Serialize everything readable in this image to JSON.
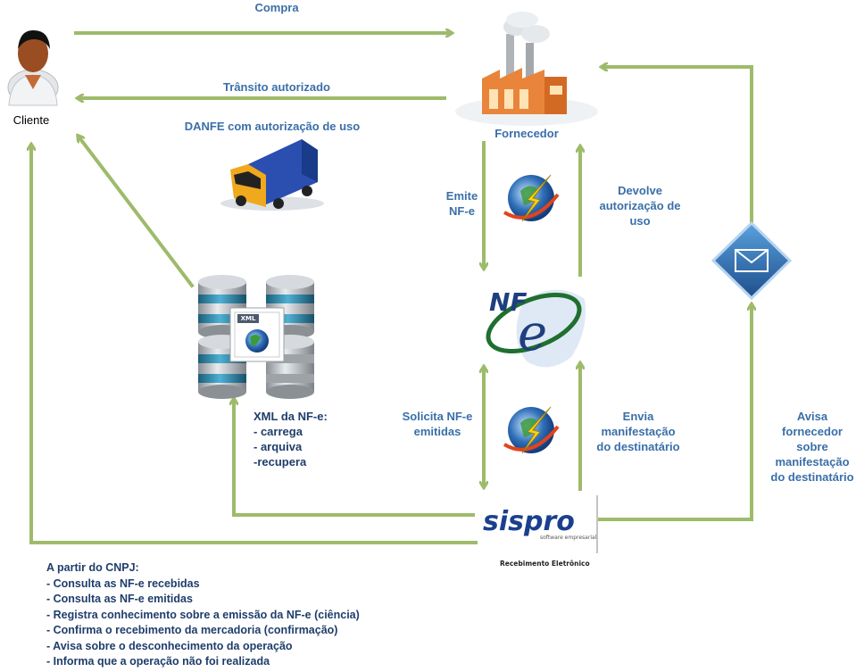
{
  "labels": {
    "compra": "Compra",
    "transito": "Trânsito autorizado",
    "danfe": "DANFE com autorização de uso",
    "cliente": "Cliente",
    "fornecedor": "Fornecedor",
    "emite": [
      "Emite",
      "NF-e"
    ],
    "devolve": [
      "Devolve",
      "autorização de",
      "uso"
    ],
    "solicita": [
      "Solicita NF-e",
      "emitidas"
    ],
    "envia": [
      "Envia",
      "manifestação",
      "do destinatário"
    ],
    "avisa": [
      "Avisa",
      "fornecedor",
      "sobre",
      "manifestação",
      "do destinatário"
    ],
    "xml_title": "XML da NF-e:",
    "xml_items": [
      "- carrega",
      "- arquiva",
      "-recupera"
    ]
  },
  "nfe_logo": {
    "prefix": "NF",
    "letter": "e"
  },
  "xml_badge": "XML",
  "sispro": {
    "brand": "sispro",
    "tagline": "software empresarial",
    "caption": "Recebimento Eletrônico"
  },
  "cnpj_list": {
    "title": "A partir do CNPJ:",
    "items": [
      "- Consulta as NF-e recebidas",
      "- Consulta as NF-e emitidas",
      "- Registra conhecimento sobre a emissão da NF-e (ciência)",
      "- Confirma o recebimento da mercadoria (confirmação)",
      "- Avisa sobre o desconhecimento da operação",
      "- Informa  que a operação não foi realizada"
    ]
  },
  "colors": {
    "arrow": "#9dbb6a",
    "label": "#3a6fa8",
    "label_dark": "#1f3d6b",
    "sispro_blue": "#1b3f8f",
    "truck_cab": "#f0a81c",
    "truck_box": "#2a4fb0",
    "envelope": "#2f6fb0"
  },
  "icons": [
    "client-person-icon",
    "factory-icon",
    "truck-icon",
    "database-servers-icon",
    "xml-file-icon",
    "globe-lightning-icon",
    "nfe-logo-icon",
    "envelope-icon",
    "sispro-logo"
  ]
}
